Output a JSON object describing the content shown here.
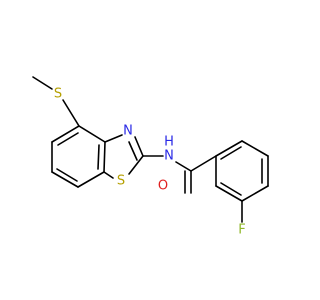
{
  "atoms": {
    "s_thioether": {
      "label": "S",
      "color": "#b5a000"
    },
    "n_thiazole": {
      "label": "N",
      "color": "#2a2ae6"
    },
    "s_thiazole": {
      "label": "S",
      "color": "#b5a000"
    },
    "n_amide": {
      "label": "N",
      "color": "#2a2ae6"
    },
    "h_amide": {
      "label": "H",
      "color": "#2a2ae6"
    },
    "o_carbonyl": {
      "label": "O",
      "color": "#e02020"
    },
    "f_fluoro": {
      "label": "F",
      "color": "#8fb82a"
    }
  }
}
